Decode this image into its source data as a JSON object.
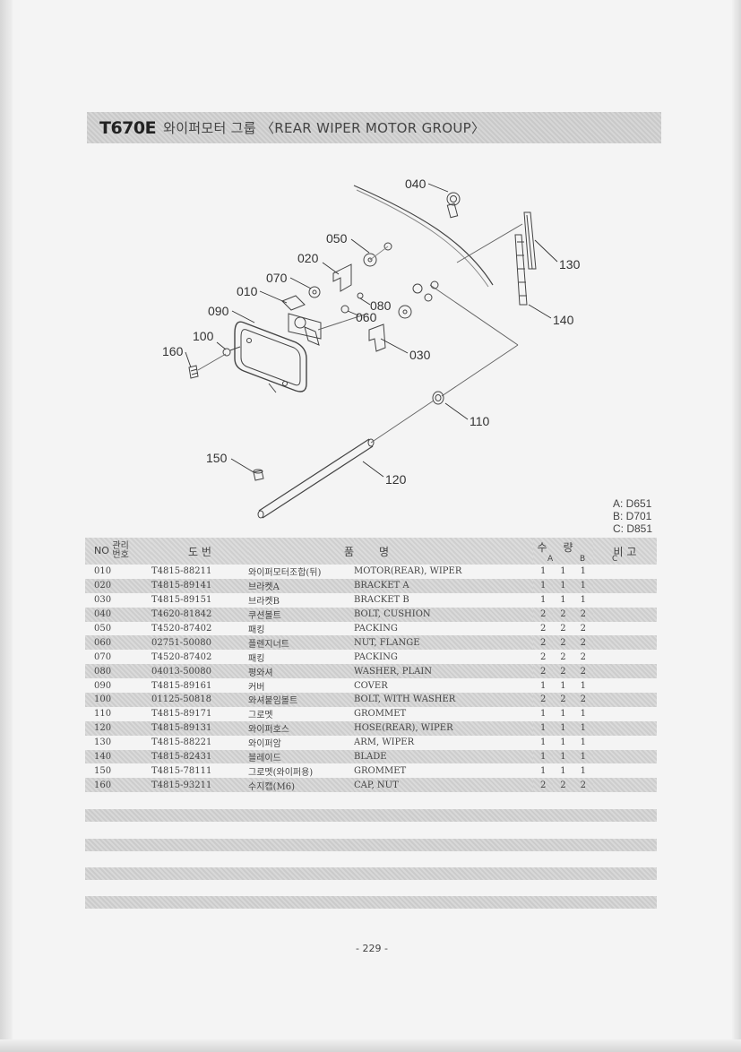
{
  "header": {
    "code": "T670E",
    "title": "와이퍼모터 그룹 〈REAR  WIPER MOTOR GROUP〉"
  },
  "diagram": {
    "callouts": [
      "040",
      "050",
      "020",
      "070",
      "010",
      "080",
      "090",
      "060",
      "100",
      "160",
      "030",
      "130",
      "140",
      "110",
      "150",
      "120"
    ]
  },
  "models": [
    "A: D651",
    "B: D701",
    "C: D851"
  ],
  "table": {
    "headers": {
      "no": "NO",
      "mgmt": "관리번호",
      "part_number": "도  번",
      "name_left": "품",
      "name_right": "명",
      "qty": "수량",
      "qty_a": "A",
      "qty_b": "B",
      "qty_c": "C",
      "remarks": "비 고"
    },
    "rows": [
      {
        "no": "010",
        "pn": "T4815-88211",
        "kr": "와이퍼모터조합(뒤)",
        "en": "MOTOR(REAR), WIPER",
        "a": "1",
        "b": "1",
        "c": "1"
      },
      {
        "no": "020",
        "pn": "T4815-89141",
        "kr": "브라켓A",
        "en": "BRACKET A",
        "a": "1",
        "b": "1",
        "c": "1"
      },
      {
        "no": "030",
        "pn": "T4815-89151",
        "kr": "브라켓B",
        "en": "BRACKET B",
        "a": "1",
        "b": "1",
        "c": "1"
      },
      {
        "no": "040",
        "pn": "T4620-81842",
        "kr": "쿠션볼트",
        "en": "BOLT, CUSHION",
        "a": "2",
        "b": "2",
        "c": "2"
      },
      {
        "no": "050",
        "pn": "T4520-87402",
        "kr": "패킹",
        "en": "PACKING",
        "a": "2",
        "b": "2",
        "c": "2"
      },
      {
        "no": "060",
        "pn": "02751-50080",
        "kr": "플렌지너트",
        "en": "NUT, FLANGE",
        "a": "2",
        "b": "2",
        "c": "2"
      },
      {
        "no": "070",
        "pn": "T4520-87402",
        "kr": "패킹",
        "en": "PACKING",
        "a": "2",
        "b": "2",
        "c": "2"
      },
      {
        "no": "080",
        "pn": "04013-50080",
        "kr": "평와셔",
        "en": "WASHER, PLAIN",
        "a": "2",
        "b": "2",
        "c": "2"
      },
      {
        "no": "090",
        "pn": "T4815-89161",
        "kr": "커버",
        "en": "COVER",
        "a": "1",
        "b": "1",
        "c": "1"
      },
      {
        "no": "100",
        "pn": "01125-50818",
        "kr": "와셔붙임볼트",
        "en": "BOLT, WITH WASHER",
        "a": "2",
        "b": "2",
        "c": "2"
      },
      {
        "no": "110",
        "pn": "T4815-89171",
        "kr": "그로멧",
        "en": "GROMMET",
        "a": "1",
        "b": "1",
        "c": "1"
      },
      {
        "no": "120",
        "pn": "T4815-89131",
        "kr": "와이퍼호스",
        "en": "HOSE(REAR), WIPER",
        "a": "1",
        "b": "1",
        "c": "1"
      },
      {
        "no": "130",
        "pn": "T4815-88221",
        "kr": "와이퍼암",
        "en": "ARM, WIPER",
        "a": "1",
        "b": "1",
        "c": "1"
      },
      {
        "no": "140",
        "pn": "T4815-82431",
        "kr": "블레이드",
        "en": "BLADE",
        "a": "1",
        "b": "1",
        "c": "1"
      },
      {
        "no": "150",
        "pn": "T4815-78111",
        "kr": "그로멧(와이퍼용)",
        "en": "GROMMET",
        "a": "1",
        "b": "1",
        "c": "1"
      },
      {
        "no": "160",
        "pn": "T4815-93211",
        "kr": "수지캡(M6)",
        "en": "CAP, NUT",
        "a": "2",
        "b": "2",
        "c": "2"
      }
    ]
  },
  "footer": {
    "page": "- 229 -"
  }
}
